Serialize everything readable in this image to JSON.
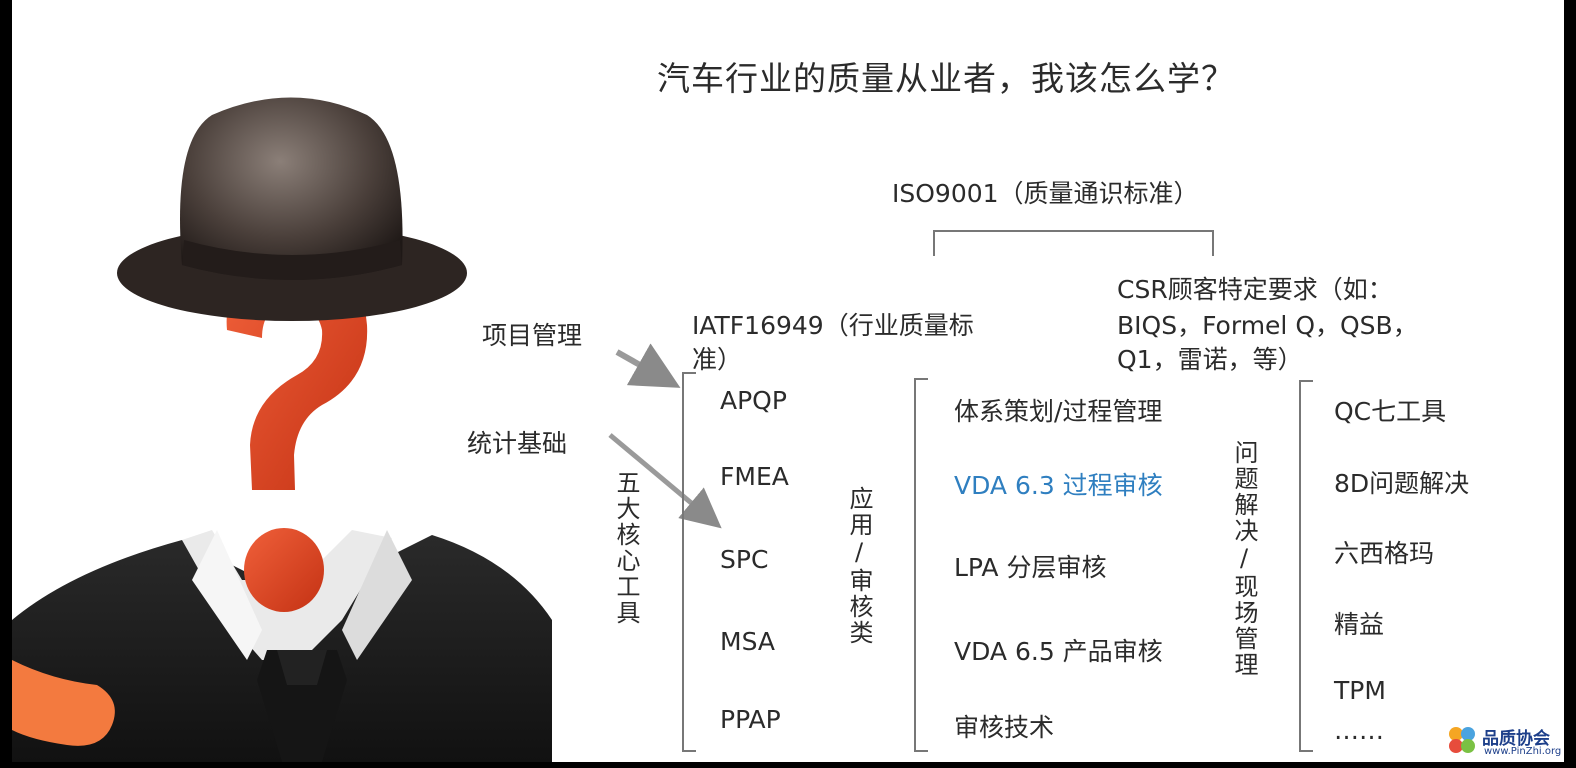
{
  "title": "汽车行业的质量从业者，我该怎么学？",
  "iso": "ISO9001（质量通识标准）",
  "iatf": {
    "line1": "IATF16949（行业质量标",
    "line2": "准）"
  },
  "csr": {
    "line1": "CSR顾客特定要求（如：",
    "line2": "BIQS，Formel Q，QSB，",
    "line3": "Q1，雷诺，等）"
  },
  "project_mgmt": "项目管理",
  "stats_basis": "统计基础",
  "five_core_tools": "五大核心工具",
  "core_tools": [
    "APQP",
    "FMEA",
    "SPC",
    "MSA",
    "PPAP"
  ],
  "apply_audit": "应用/审核类",
  "audit_items": [
    "体系策划/过程管理",
    "VDA 6.3 过程审核",
    "LPA 分层审核",
    "VDA 6.5 产品审核",
    "审核技术"
  ],
  "problem_solving": "问题解决/现场管理",
  "quality_tools": [
    "QC七工具",
    "8D问题解决",
    "六西格玛",
    "精益",
    "TPM",
    "……"
  ],
  "watermark": {
    "name": "品质协会",
    "url": "www.PinZhi.org"
  },
  "colors": {
    "highlight": "#2f7fc0",
    "question_mark": "#e0451f",
    "hat": "#4a3f3a"
  }
}
